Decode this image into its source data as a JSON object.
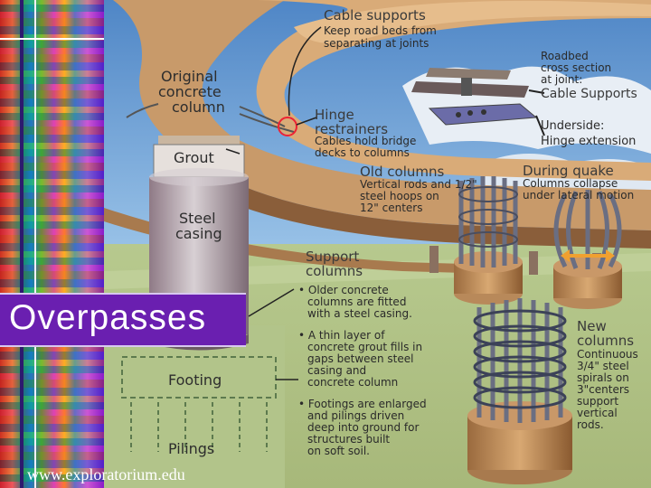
{
  "slide": {
    "title": "Overpasses",
    "url": "www.exploratorium.edu"
  },
  "illustration": {
    "cable_supports": {
      "heading": "Cable supports",
      "lines": [
        "Keep road beds from",
        "separating at joints"
      ]
    },
    "roadbed": {
      "lines": [
        "Roadbed",
        "cross section",
        "at joint:"
      ],
      "cable_label": "Cable Supports"
    },
    "underside": {
      "heading": "Underside:",
      "label": "Hinge extension"
    },
    "original_column": {
      "lines": [
        "Original",
        "concrete",
        "column"
      ]
    },
    "hinge": {
      "heading": [
        "Hinge",
        "restrainers"
      ],
      "lines": [
        "Cables hold bridge",
        "decks to columns"
      ]
    },
    "grout": "Grout",
    "steel_casing": [
      "Steel",
      "casing"
    ],
    "old_columns": {
      "heading": "Old columns",
      "lines": [
        "Vertical rods and 1/2\"",
        "steel hoops on",
        "12\" centers"
      ]
    },
    "during_quake": {
      "heading": "During quake",
      "lines": [
        "Columns collapse",
        "under lateral motion"
      ]
    },
    "support_columns": {
      "heading": [
        "Support",
        "columns"
      ]
    },
    "bullets": [
      [
        "Older concrete",
        "columns are fitted",
        "with a steel casing."
      ],
      [
        "A thin layer of",
        "concrete grout fills in",
        "gaps between steel",
        "casing and",
        "concrete column"
      ],
      [
        "Footings are enlarged",
        "and pilings driven",
        "deep into ground for",
        "structures built",
        "on soft soil."
      ]
    ],
    "new_columns": {
      "heading": [
        "New",
        "columns"
      ],
      "lines": [
        "Continuous",
        "3/4\" steel",
        "spirals on",
        "3\"centers",
        "support",
        "vertical",
        "rods."
      ]
    },
    "footing": "Footing",
    "pilings": "Pilings"
  },
  "colors": {
    "slide_background": "#6a2a9a",
    "title_box": "#6a1fb0",
    "sky": "#5f9ed8",
    "roadway": "#c89a6a",
    "ground": "#a8bd7a"
  }
}
